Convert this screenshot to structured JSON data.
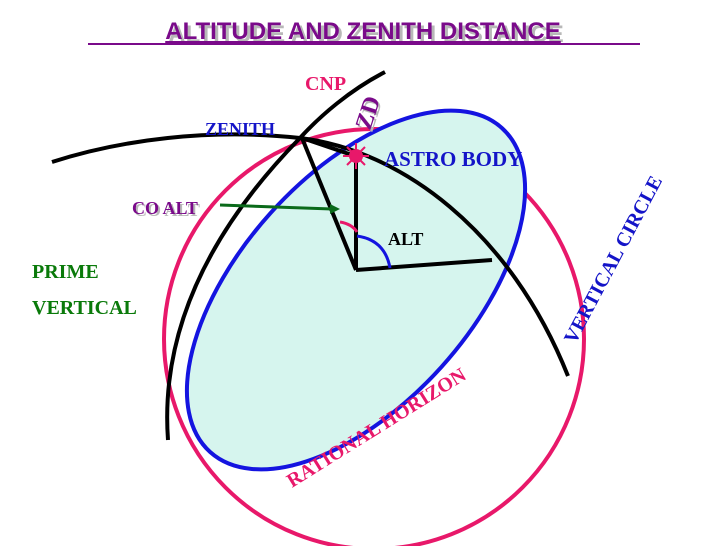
{
  "title": "ALTITUDE AND ZENITH DISTANCE",
  "labels": {
    "cnp": "CNP",
    "zd": "ZD",
    "zenith": "ZENITH",
    "astro_body": "ASTRO BODY",
    "co_alt": "CO ALT",
    "alt": "ALT",
    "prime": "PRIME",
    "vertical": "VERTICAL",
    "vertical_circle": "VERTICAL CIRCLE",
    "rational_horizon": "RATIONAL HORIZON"
  },
  "colors": {
    "title": "#7a0a8a",
    "title_shadow": "#b8b8b8",
    "celestial_sphere": "#e8186a",
    "horizon_outline": "#1414e0",
    "horizon_fill": "#d6f5ee",
    "arcs": "#000000",
    "star": "#e8186a",
    "label_blue": "#1414c8",
    "label_magenta": "#e8186a",
    "label_purple": "#7a0a8a",
    "label_green": "#0a7a0a",
    "arrow": "#0a6a1a",
    "co_alt_arc": "#e8186a",
    "alt_arc": "#1414e0"
  }
}
